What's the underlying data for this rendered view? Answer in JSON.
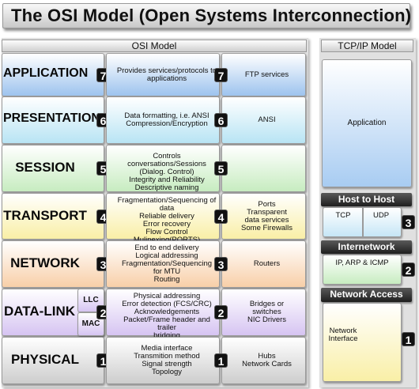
{
  "title": "The OSI Model (Open Systems Interconnection)",
  "osi_header": "OSI Model",
  "tcpip_header": "TCP/IP Model",
  "layers": [
    {
      "name": "APPLICATION",
      "number": "7",
      "description": [
        "Provides services/protocols to",
        "applications"
      ],
      "examples": [
        "FTP services"
      ],
      "color": "#9dc3ee"
    },
    {
      "name": "PRESENTATION",
      "number": "6",
      "description": [
        "Data formatting, i.e. ANSI",
        "Compression/Encryption"
      ],
      "examples": [
        "ANSI"
      ],
      "color": "#b8e4f4"
    },
    {
      "name": "SESSION",
      "number": "5",
      "description": [
        "Controls conversations/Sessions",
        "(Dialog. Control)",
        "Integrity and Reliability",
        "Descriptive naming"
      ],
      "examples": [],
      "color": "#c7ecc0"
    },
    {
      "name": "TRANSPORT",
      "number": "4",
      "description": [
        "Fragmentation/Sequencing of data",
        "Reliable delivery",
        "Error recovery",
        "Flow Control",
        "Mulipexing(PORTS)"
      ],
      "examples": [
        "Ports",
        "Transparent",
        "data services",
        "Some Firewalls"
      ],
      "color": "#f9efa6"
    },
    {
      "name": "NETWORK",
      "number": "3",
      "description": [
        "End to end delivery",
        "Logical addressing",
        "Fragmentation/Sequencing",
        "for MTU",
        "Routing"
      ],
      "examples": [
        "Routers"
      ],
      "color": "#f8cfa8"
    },
    {
      "name": "DATA-LINK",
      "number": "2",
      "sublayers": [
        "LLC",
        "MAC"
      ],
      "description": [
        "Physical addressing",
        "Error detection (FCS/CRC)",
        "Acknowledgements",
        "Packet/Frame header and trailer",
        "bridging"
      ],
      "examples": [
        "Bridges or",
        "switches",
        "NIC Drivers"
      ],
      "color": "#d6c4f2"
    },
    {
      "name": "PHYSICAL",
      "number": "1",
      "description": [
        "Media interface",
        "Transmition method",
        "Signal strength",
        "Topology"
      ],
      "examples": [
        "Hubs",
        "Network Cards"
      ],
      "color": "#cdcdcd"
    }
  ],
  "tcpip": {
    "application": {
      "label": "Application",
      "color": "#a8ccf2"
    },
    "host_to_host": {
      "label": "Host to Host",
      "number": "3",
      "protocols": [
        "TCP",
        "UDP"
      ],
      "color": "#c6e6f6"
    },
    "internetwork": {
      "label": "Internetwork",
      "number": "2",
      "protocols": [
        "IP, ARP & ICMP"
      ],
      "color": "#c7ecc0"
    },
    "network_access": {
      "label": "Network Access",
      "number": "1",
      "protocols": [
        "Network",
        "Interface"
      ],
      "color": "#f9efa6"
    }
  }
}
